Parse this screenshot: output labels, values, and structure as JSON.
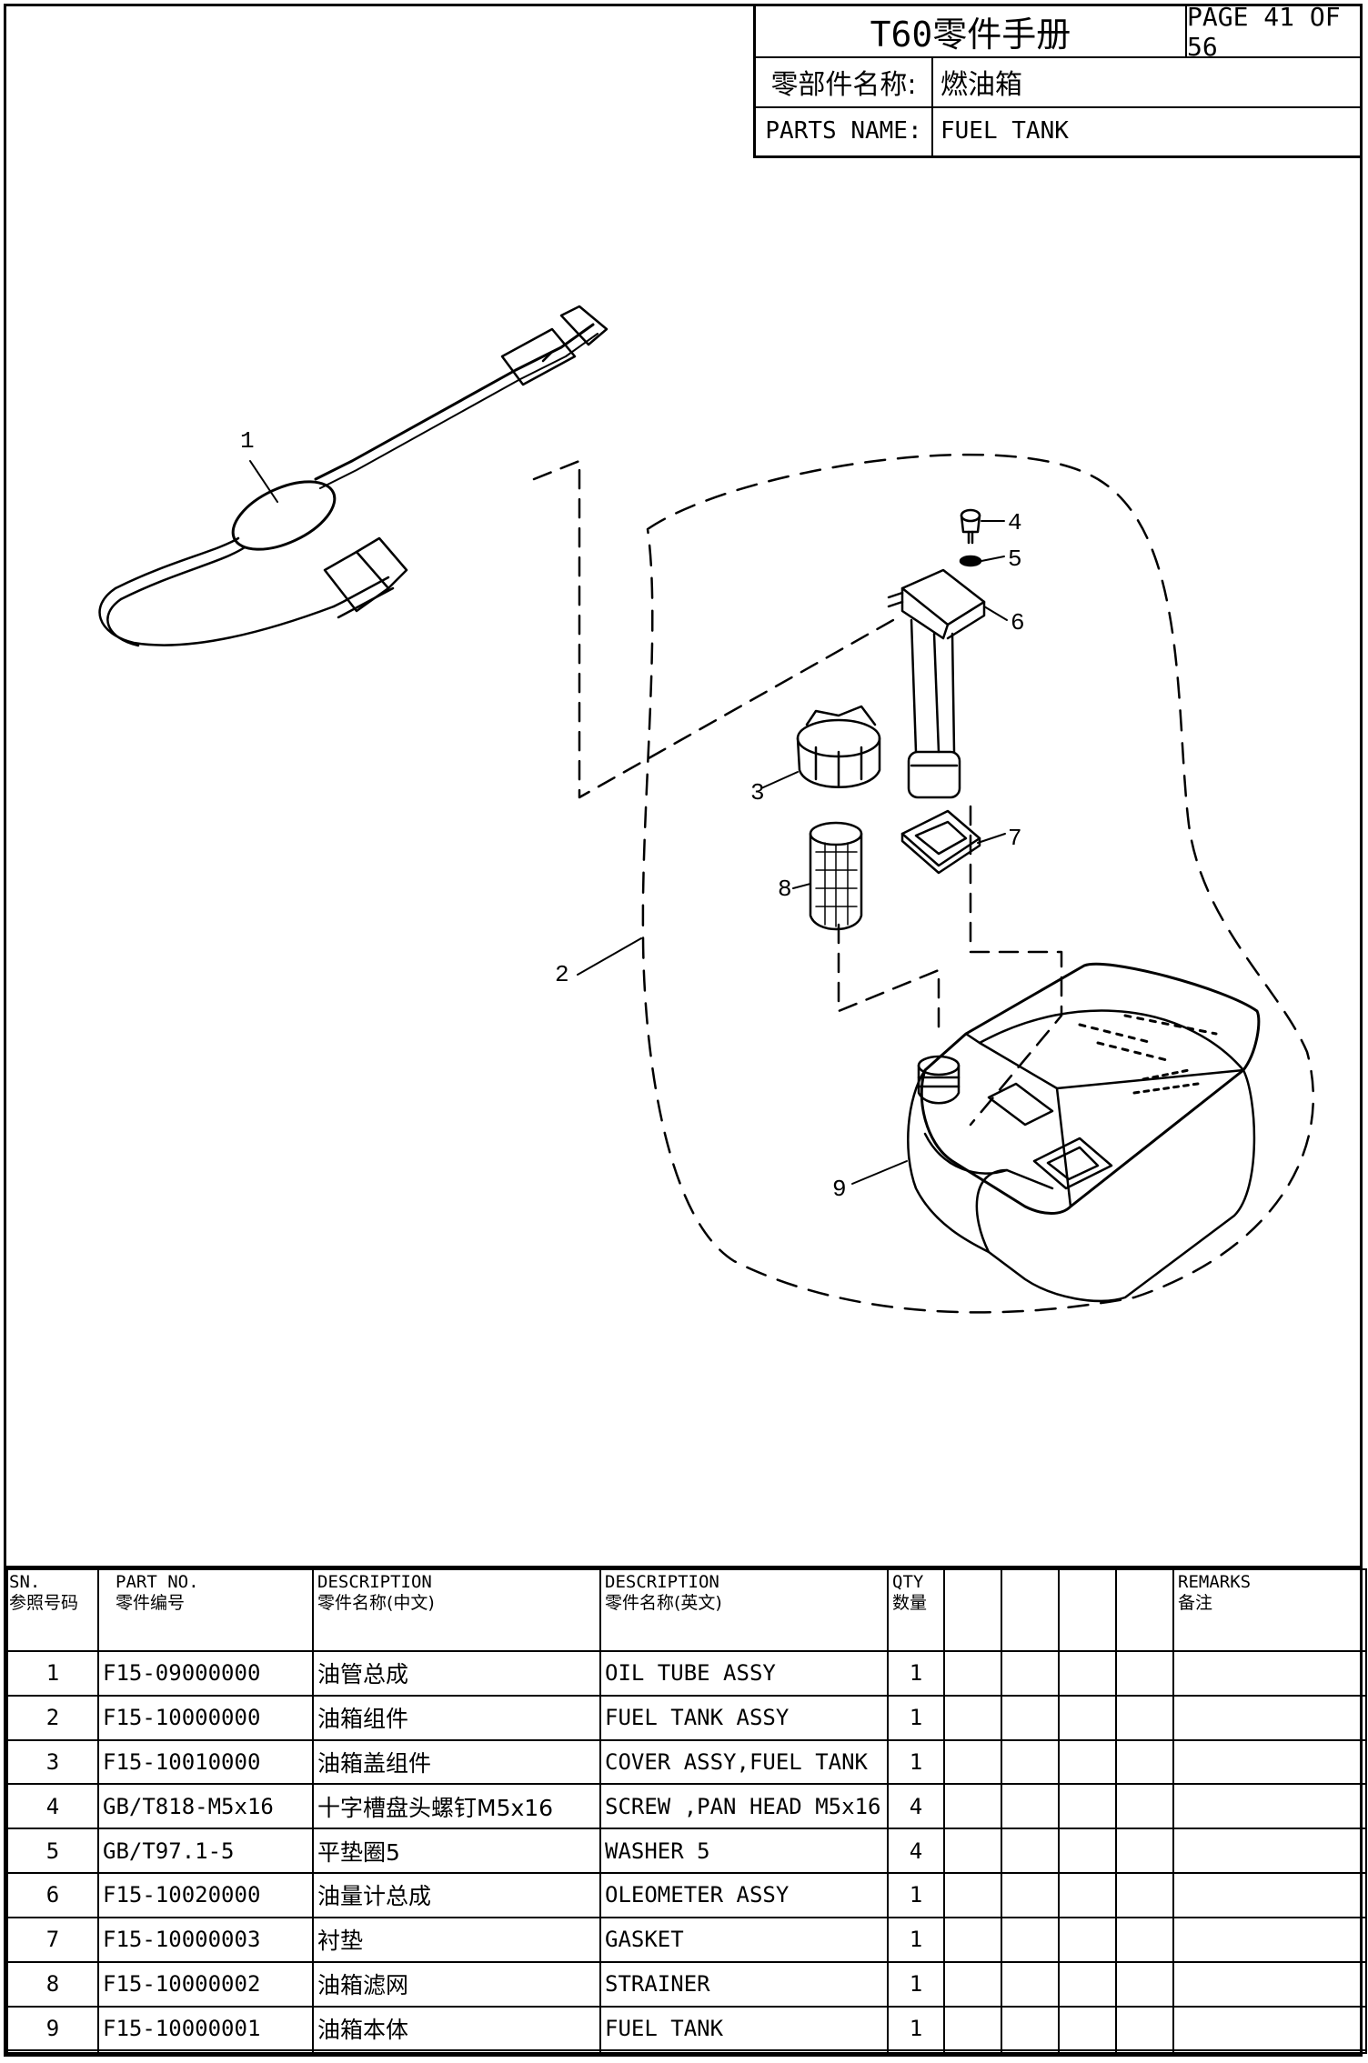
{
  "title_block": {
    "manual_title": "T60零件手册",
    "page_label": "PAGE 41 OF 56",
    "cn_name_label": "零部件名称:",
    "cn_name_value": "燃油箱",
    "en_name_label": "PARTS NAME:",
    "en_name_value": "FUEL TANK"
  },
  "callouts": [
    "1",
    "2",
    "3",
    "4",
    "5",
    "6",
    "7",
    "8",
    "9"
  ],
  "table": {
    "headers": {
      "sn": [
        "SN.",
        "参照号码"
      ],
      "part_no": [
        "PART NO.",
        "零件编号"
      ],
      "desc_cn": [
        "DESCRIPTION",
        "零件名称(中文)"
      ],
      "desc_en": [
        "DESCRIPTION",
        "零件名称(英文)"
      ],
      "qty": [
        "QTY",
        "数量"
      ],
      "remarks": [
        "REMARKS",
        "备注"
      ]
    },
    "rows": [
      {
        "sn": "1",
        "part_no": "F15-09000000",
        "desc_cn": "油管总成",
        "desc_en": "OIL TUBE ASSY",
        "qty": "1"
      },
      {
        "sn": "2",
        "part_no": "F15-10000000",
        "desc_cn": "油箱组件",
        "desc_en": "FUEL TANK ASSY",
        "qty": "1"
      },
      {
        "sn": "3",
        "part_no": "F15-10010000",
        "desc_cn": "油箱盖组件",
        "desc_en": "COVER ASSY,FUEL TANK",
        "qty": "1"
      },
      {
        "sn": "4",
        "part_no": "GB/T818-M5x16",
        "desc_cn": "十字槽盘头螺钉M5x16",
        "desc_en": "SCREW ,PAN HEAD M5x16",
        "qty": "4"
      },
      {
        "sn": "5",
        "part_no": "GB/T97.1-5",
        "desc_cn": "平垫圈5",
        "desc_en": "WASHER 5",
        "qty": "4"
      },
      {
        "sn": "6",
        "part_no": "F15-10020000",
        "desc_cn": "油量计总成",
        "desc_en": "OLEOMETER ASSY",
        "qty": "1"
      },
      {
        "sn": "7",
        "part_no": "F15-10000003",
        "desc_cn": "衬垫",
        "desc_en": "GASKET",
        "qty": "1"
      },
      {
        "sn": "8",
        "part_no": "F15-10000002",
        "desc_cn": "油箱滤网",
        "desc_en": "STRAINER",
        "qty": "1"
      },
      {
        "sn": "9",
        "part_no": "F15-10000001",
        "desc_cn": "油箱本体",
        "desc_en": "FUEL TANK",
        "qty": "1"
      },
      {
        "sn": "",
        "part_no": "",
        "desc_cn": "",
        "desc_en": "",
        "qty": ""
      }
    ]
  }
}
